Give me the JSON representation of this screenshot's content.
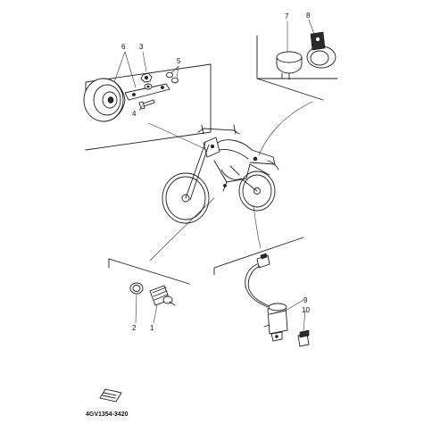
{
  "callouts": {
    "c1": "1",
    "c2": "2",
    "c3": "3",
    "c4": "4",
    "c5": "5",
    "c6": "6",
    "c7": "7",
    "c8": "8",
    "c9": "9",
    "c10": "10"
  },
  "diagram_code": "4GV1354-3420"
}
